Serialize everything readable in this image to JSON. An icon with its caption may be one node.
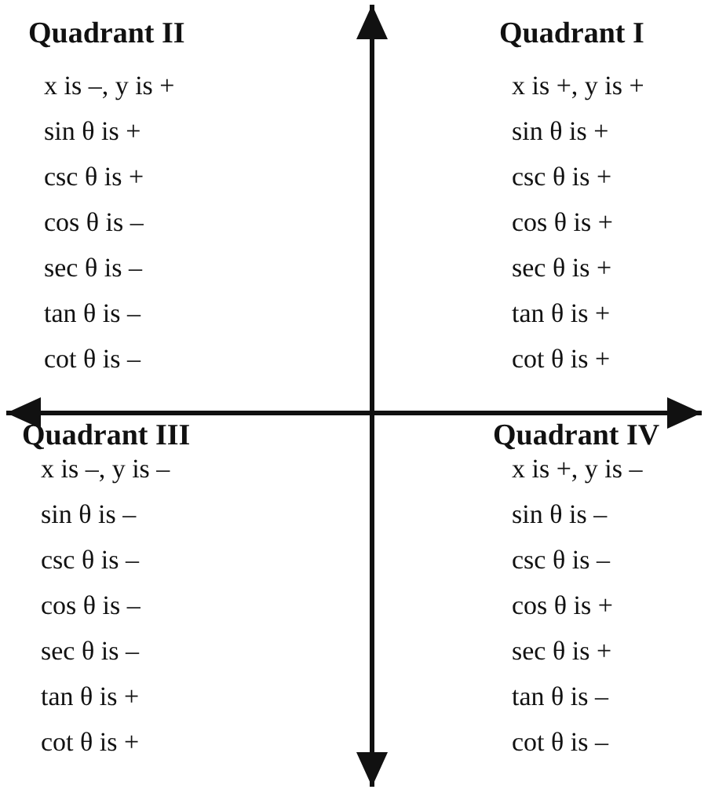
{
  "diagram": {
    "labels": [
      "Quadrant II",
      "x is –, y is +",
      "sin θ is +",
      "csc θ is +",
      "cos θ is –",
      "sec θ is –",
      "tan θ is –",
      "cot θ is –",
      "Quadrant I",
      "x is +, y is +",
      "sin θ is +",
      "csc θ is +",
      "cos θ is +",
      "sec θ is +",
      "tan θ is +",
      "cot θ is +",
      "Quadrant III",
      "x is –, y is –",
      "sin θ is –",
      "csc θ is –",
      "cos θ is –",
      "sec θ is –",
      "tan θ is +",
      "cot θ is +",
      "Quadrant IV",
      "x is +, y is –",
      "sin θ is –",
      "csc θ is –",
      "cos θ is +",
      "sec θ is +",
      "tan θ is –",
      "cot θ is –"
    ]
  }
}
